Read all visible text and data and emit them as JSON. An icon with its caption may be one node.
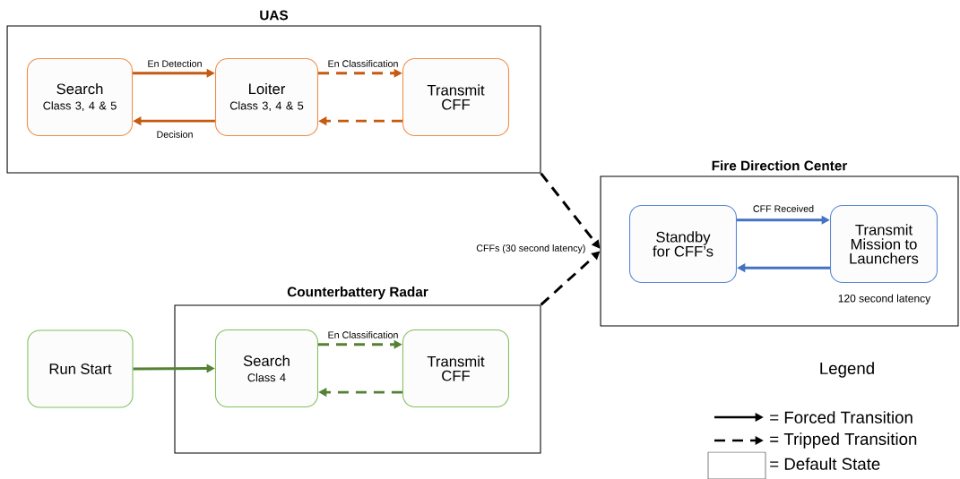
{
  "diagram": {
    "nodes": [
      {
        "text": [
          "UAS"
        ]
      },
      {
        "text": [
          "Search",
          "Class 3, 4 & 5"
        ],
        "in": 0
      },
      {
        "text": [
          "Loiter",
          "Class 3, 4 & 5"
        ],
        "in": 0
      },
      {
        "text": [
          "Transmit CFF"
        ],
        "in": 0
      },
      {
        "text": [
          "Fire Direction Center"
        ]
      },
      {
        "text": [
          "Standby for CFF’s"
        ],
        "in": 4
      },
      {
        "text": [
          "Transmit Mission to Launchers"
        ],
        "in": 4,
        "beside": [
          "120 second latency"
        ]
      },
      {
        "text": [
          "Counterbattery Radar"
        ]
      },
      {
        "text": [
          "Run Start"
        ]
      },
      {
        "text": [
          "Search",
          "Class 4"
        ],
        "in": 7
      },
      {
        "text": [
          "Transmit CFF"
        ],
        "in": 7
      }
    ],
    "edges": [
      {
        "from": 1,
        "to": 2,
        "arrow": "to",
        "label": "En Detection",
        "color": "#c55a11"
      },
      {
        "from": 2,
        "to": 1,
        "arrow": "to",
        "label": "Decision",
        "color": "#c55a11"
      },
      {
        "from": 2,
        "to": 3,
        "arrow": "to",
        "label": "En Classification",
        "style": "dashed",
        "color": "#c55a11"
      },
      {
        "from": 3,
        "to": 2,
        "arrow": "to",
        "style": "dashed",
        "color": "#c55a11"
      },
      {
        "from": 0,
        "to": 4,
        "arrow": "to",
        "label": "CFFs (30 second latency)",
        "style": "dashed",
        "color": "#000000"
      },
      {
        "from": 7,
        "to": 4,
        "arrow": "to",
        "style": "dashed",
        "color": "#000000"
      },
      {
        "from": 5,
        "to": 6,
        "arrow": "to",
        "label": "CFF Received",
        "color": "#4472c4"
      },
      {
        "from": 6,
        "to": 5,
        "arrow": "to",
        "color": "#4472c4"
      },
      {
        "from": 8,
        "to": 9,
        "arrow": "to",
        "color": "#548235"
      },
      {
        "from": 9,
        "to": 10,
        "arrow": "to",
        "label": "En Classification",
        "style": "dashed",
        "color": "#548235"
      },
      {
        "from": 10,
        "to": 9,
        "arrow": "to",
        "style": "dashed",
        "color": "#548235"
      }
    ],
    "labels": [
      "Legend"
    ],
    "legend": [
      {
        "text": "= Forced Transition"
      },
      {
        "text": "= Tripped Transition"
      },
      {
        "text": "= Default State"
      }
    ]
  }
}
